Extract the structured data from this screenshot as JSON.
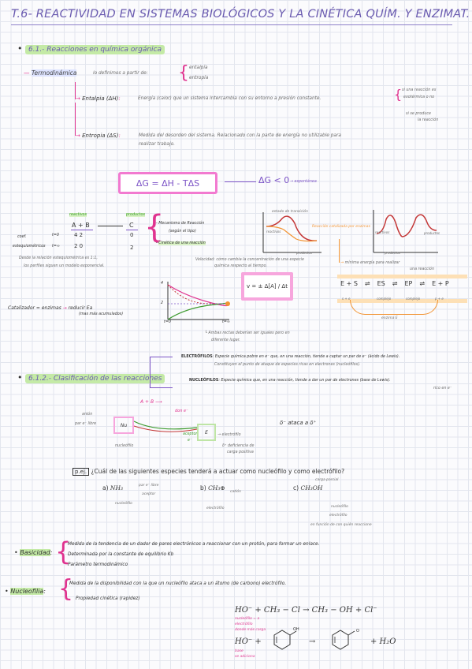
{
  "title": "T.6- REACTIVIDAD EN SISTEMAS BIOLÓGICOS Y LA CINÉTICA QUÍM. Y ENZIMAT.",
  "section1": {
    "heading": "6.1.- Reacciones en química orgánica",
    "termo": {
      "label": "Termodinámica",
      "text": "lo definimos a partir de:",
      "opt1": "entalpía",
      "opt2": "entropía"
    },
    "entalpia": {
      "label": "Entalpia (ΔH)",
      "text": "Energía (calor) que un sistema intercambia con su entorno a presión constante.",
      "side1": "si una reacción es",
      "side2": "exotérmica o no",
      "side3": "si se produce",
      "side4": "la reacción"
    },
    "entropia": {
      "label": "Entropia (ΔS)",
      "line1": "Medida del desorden del sistema. Relacionado con la parte de energía no utilizable para",
      "line2": "realizar trabajo."
    },
    "gibbs": "ΔG = ΔH - TΔS",
    "spont": "ΔG < 0",
    "spont_label": "espontánea",
    "kinetics": {
      "reactivos": "reactivos",
      "productos": "productos",
      "eq": "A + B",
      "prod": "C",
      "coef": "coef.",
      "estq": "estequiométricos",
      "t0": "t=0",
      "tinf": "t=∞",
      "r_t0": "4   2",
      "r_tinf": "2   0",
      "p_t0": "0",
      "p_tinf": "2",
      "brace1": "Mecanismo de Reacción",
      "brace1b": "(según el tipo)",
      "brace2": "Cinética de una reacción",
      "velocidad1": "Velocidad: cómo cambia la concentración de una especie",
      "velocidad2": "química respecto al tiempo.",
      "rate": "v = ± Δ[A] / Δt",
      "note1": "Desde la relación estequiométrica es 1:1,",
      "note2": "los perfiles siguen un modelo exponencial.",
      "catal": "Catalizador = enzimas",
      "catal2": "reducir Ea",
      "catal3": "(mas más acumulados)",
      "graph_note1": "Ambas rectas deberían ser iguales pero en",
      "graph_note2": "diferente lugar.",
      "y4": "4",
      "y2": "2",
      "t0b": "t=0",
      "tinfb": "t=∞"
    },
    "energy": {
      "estado_trans": "estado de transición",
      "reactivos": "reactivos",
      "productos": "productos",
      "cat_label": "Reacción catalizada por enzimas",
      "ea": "Ea",
      "min_energy": "mínima energía para realizar",
      "min_energy2": "una reacción"
    },
    "enzyme_cycle": {
      "items": [
        "E + S",
        "⇌",
        "ES",
        "⇌",
        "EP",
        "⇌",
        "E + P"
      ],
      "sub1": "s + e",
      "sub2": "complejo",
      "sub3": "complejo",
      "sub4": "p + e",
      "cycle_label": "enzima E"
    }
  },
  "section2": {
    "heading": "6.1.2.- Clasificación de las reacciones",
    "electrofilos_label": "ELECTRÓFILOS",
    "electrofilos1": "Especie química pobre en e⁻ que, en una reacción, tiende a captar un par de e⁻ (ácido de Lewis).",
    "electrofilos2": "Constituyen el punto de ataque de especies ricas en electrones (nucleófilos).",
    "nucleofilos_label": "NUCLEÓFILOS",
    "nucleofilos1": "Especie química que, en una reacción, tiende a dar un par de electrones (base de Lewis).",
    "nucleofilos2": "rico en e⁻",
    "diagram": {
      "ab": "A + B",
      "arrow": "⟶",
      "don": "don e⁻",
      "anion": "anión",
      "par_libre": "par e⁻ libre",
      "nu": "Nu",
      "nucleofilo": "nucleófilo",
      "aceptor": "aceptor",
      "aceptor2": "e⁻",
      "e": "E",
      "electrofilo": "electrófilo",
      "delta": "δ⁺ deficiencia de",
      "delta2": "carga positiva",
      "attack": "δ⁻ ataca a δ⁺"
    }
  },
  "question": {
    "tag": "p.ej.",
    "text": "¿Cuál de las siguientes especies tenderá a actuar como nucleófilo y como electrófilo?",
    "a": "a)",
    "a_formula": "NH₃",
    "a_note1": "par e⁻ libre",
    "a_note2": "aceptor",
    "a_note3": "nucleófilo",
    "b": "b)",
    "b_formula": "CH₃⊕",
    "b_note1": "catión",
    "b_note2": "electrófilo",
    "c": "c)",
    "c_formula": "CH₃OH",
    "c_note1": "carga parcial",
    "c_note2": "nucleófilo",
    "c_note3": "electrófilo",
    "c_note4": "en función de con quién reaccione"
  },
  "basicidad": {
    "label": "Basicidad",
    "l1": "Medida de la tendencia de un dador de pares electrónicos a reaccionar con un protón, para formar un enlace.",
    "l2": "Determinada por la constante de equilibrio Kb",
    "l3": "Parámetro termodinámico"
  },
  "nucleofilia": {
    "label": "Nucleofilia",
    "l1": "Medida de la disponibilidad con la que un nucleófilo ataca a un átomo (de carbono) electrófilo.",
    "l2": "Propiedad cinética (rapidez)"
  },
  "reaction1": {
    "lhs": "HO⁻ + CH₃ − Cl",
    "arrow": "→",
    "rhs": "CH₃ − OH + Cl⁻",
    "note1": "nucleófilo = a",
    "note2": "electrófilo",
    "note3": "donde más carga"
  },
  "reaction2": {
    "lhs": "HO⁻ +",
    "arrow": "→",
    "rhs": "+ H₂O",
    "oh": "OH",
    "o": "O",
    "note1": "base",
    "note2": "se adiciona"
  },
  "colors": {
    "title": "#6a5bb0",
    "pink": "#e0338f",
    "purple": "#7d55c7",
    "orange": "#f29433",
    "green": "#3d9a2e",
    "highlight": "#c4eaa6"
  }
}
